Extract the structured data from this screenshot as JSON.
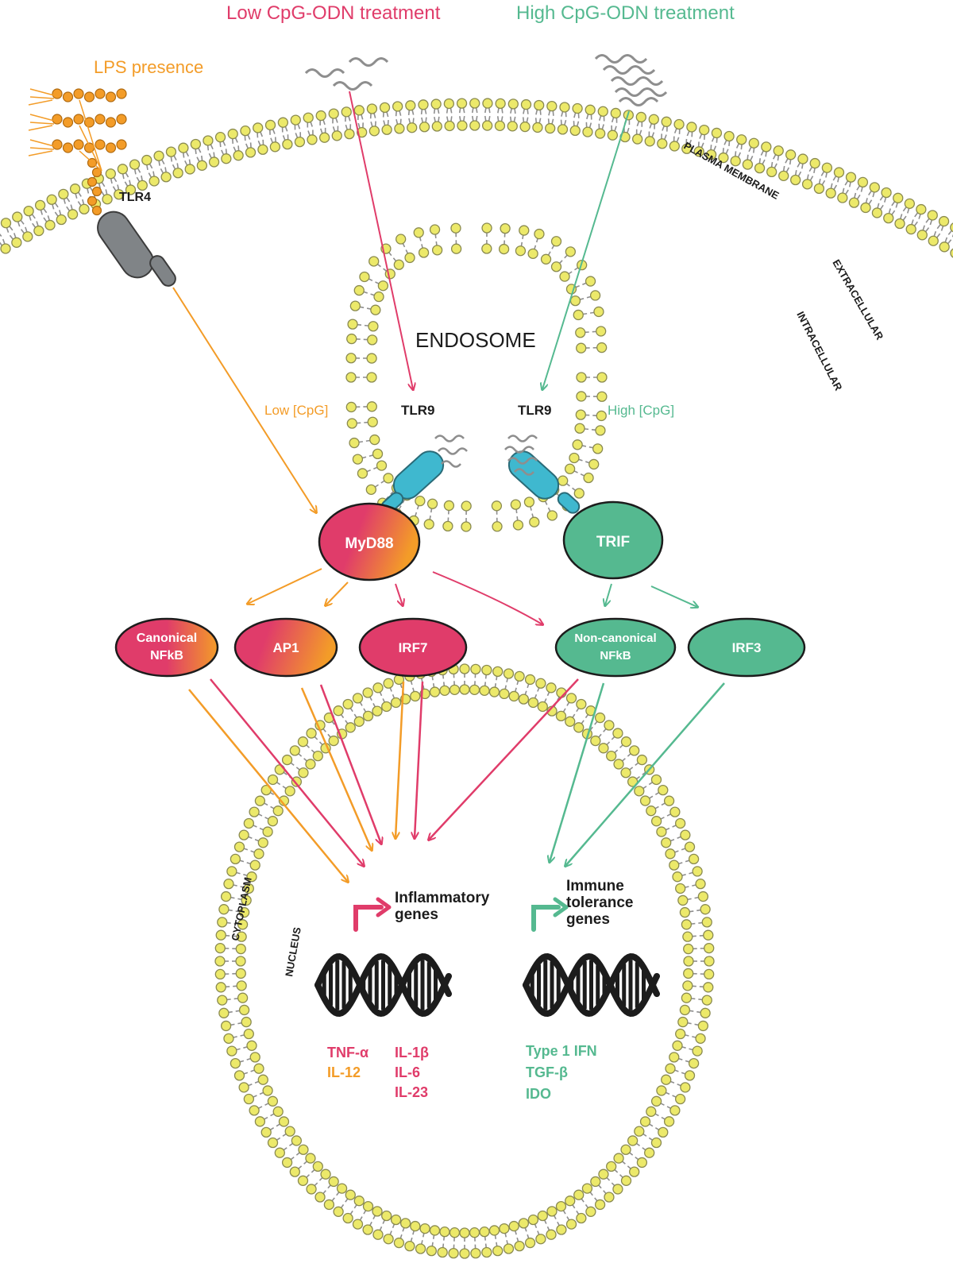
{
  "colors": {
    "orange": "#f39c28",
    "pink": "#e03c6a",
    "green": "#55b990",
    "lipid_head": "#ece96a",
    "lipid_outline": "#8a8a50",
    "tail": "#8e8e8e",
    "tlr9": "#3fb8cf",
    "tlr4": "#808487",
    "dark": "#1c1c1c"
  },
  "inputs": {
    "low_cpg": "Low CpG-ODN treatment",
    "high_cpg": "High CpG-ODN treatment",
    "lps": "LPS presence"
  },
  "compartments": {
    "plasma_membrane": "PLASMA MEMBRANE",
    "extracellular": "EXTRACELLULAR",
    "intracellular": "INTRACELLULAR",
    "endosome": "ENDOSOME",
    "cytoplasm": "CYTOPLASM",
    "nucleus": "NUCLEUS"
  },
  "receptors": {
    "tlr4": "TLR4",
    "tlr9_low": "TLR9",
    "tlr9_high": "TLR9",
    "low_conc": "Low [CpG]",
    "high_conc": "High [CpG]"
  },
  "adaptors": {
    "myd88": "MyD88",
    "trif": "TRIF"
  },
  "factors": {
    "canonical_nfkb_l1": "Canonical",
    "canonical_nfkb_l2": "NFkB",
    "ap1": "AP1",
    "irf7": "IRF7",
    "noncanonical_nfkb_l1": "Non-canonical",
    "noncanonical_nfkb_l2": "NFkB",
    "irf3": "IRF3"
  },
  "genes": {
    "inflammatory_l1": "Inflammatory",
    "inflammatory_l2": "genes",
    "tolerance_l1": "Immune",
    "tolerance_l2": "tolerance",
    "tolerance_l3": "genes"
  },
  "products": {
    "tnf": "TNF-α",
    "il12": "IL-12",
    "il1b": "IL-1β",
    "il6": "IL-6",
    "il23": "IL-23",
    "ifn": "Type 1 IFN",
    "tgfb": "TGF-β",
    "ido": "IDO"
  }
}
